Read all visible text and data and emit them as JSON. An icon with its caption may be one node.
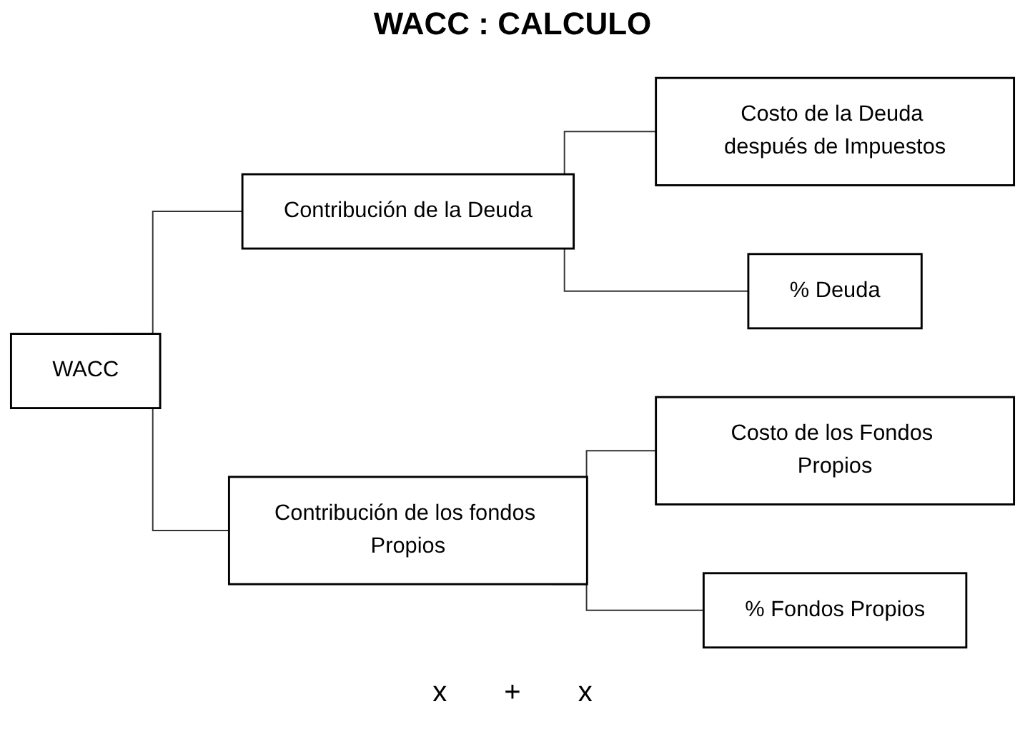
{
  "diagram": {
    "title": "WACC : CALCULO",
    "nodes": [
      {
        "text": [
          "WACC"
        ]
      },
      {
        "text": [
          "Contribución de la Deuda"
        ]
      },
      {
        "text": [
          "Costo de la Deuda después de Impuestos"
        ]
      },
      {
        "text": [
          "% Deuda"
        ]
      },
      {
        "text": [
          "Contribución de los fondos Propios"
        ]
      },
      {
        "text": [
          "Costo de los Fondos Propios"
        ]
      },
      {
        "text": [
          "% Fondos Propios"
        ]
      }
    ],
    "edges": [
      {
        "from": 0,
        "to": 1,
        "arrow": "none"
      },
      {
        "from": 0,
        "to": 4,
        "arrow": "none"
      },
      {
        "from": 1,
        "to": 2,
        "arrow": "none"
      },
      {
        "from": 1,
        "to": 3,
        "arrow": "none"
      },
      {
        "from": 4,
        "to": 5,
        "arrow": "none"
      },
      {
        "from": 4,
        "to": 6,
        "arrow": "none"
      }
    ],
    "labels": [
      "x",
      "+",
      "x"
    ]
  }
}
